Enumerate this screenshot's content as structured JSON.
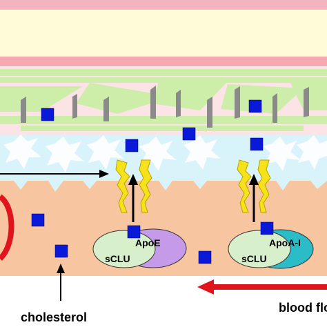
{
  "diagram": {
    "labels": {
      "cholesterol": "cholesterol",
      "blood_flow": "blood flow"
    },
    "complexes": [
      {
        "id": "left",
        "primary": "sCLU",
        "partner": "ApoE",
        "partner_color": "#c59ae8"
      },
      {
        "id": "right",
        "primary": "sCLU",
        "partner": "ApoA-I",
        "partner_color": "#2bbcc8"
      }
    ],
    "colors": {
      "basal_pink": "#f2b4be",
      "pale_yellow": "#fdfbd8",
      "pink_band": "#f7a9b2",
      "light_pink": "#fce3e6",
      "green_cells": "#cdeea8",
      "star_cells": "#d9f3fa",
      "endothelium": "#f7c59f",
      "cholesterol_square": "#0a18d8",
      "receptor_yellow": "#f5e21a",
      "sclu_green": "#d7f0cb",
      "arrow_red": "#e0141c"
    }
  }
}
